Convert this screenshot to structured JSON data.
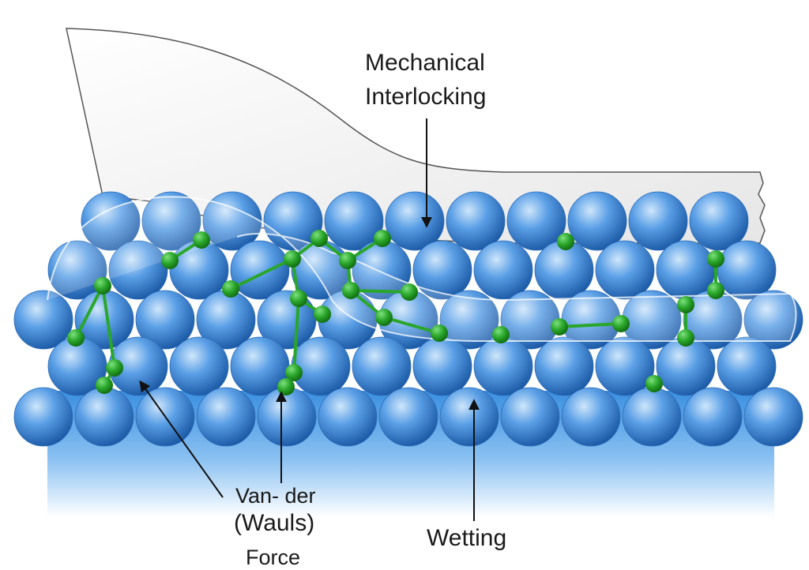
{
  "labels": {
    "mechanical_interlocking": [
      "Mechanical",
      "Interlocking"
    ],
    "van_der_waals_force": [
      "Van- der",
      "(Wauls)",
      "Force"
    ],
    "wetting": "Wetting"
  },
  "colors": {
    "substrate_sphere_light": "#cfe6fb",
    "substrate_sphere_mid": "#5a9fe6",
    "substrate_sphere_dark": "#1c5aa6",
    "bonding_green": "#2aa62a",
    "bonding_green_dark": "#137013",
    "adhesive_film": "#f2f2f2",
    "film_outline": "#555555",
    "base_gradient_top": "#3a8fe0",
    "base_gradient_bottom": "#ffffff",
    "arrow": "#111111",
    "text": "#1a1a1a"
  },
  "icons": {
    "atom": "blue-sphere-icon",
    "bond_node": "green-node-icon",
    "pointer": "arrow-icon"
  }
}
